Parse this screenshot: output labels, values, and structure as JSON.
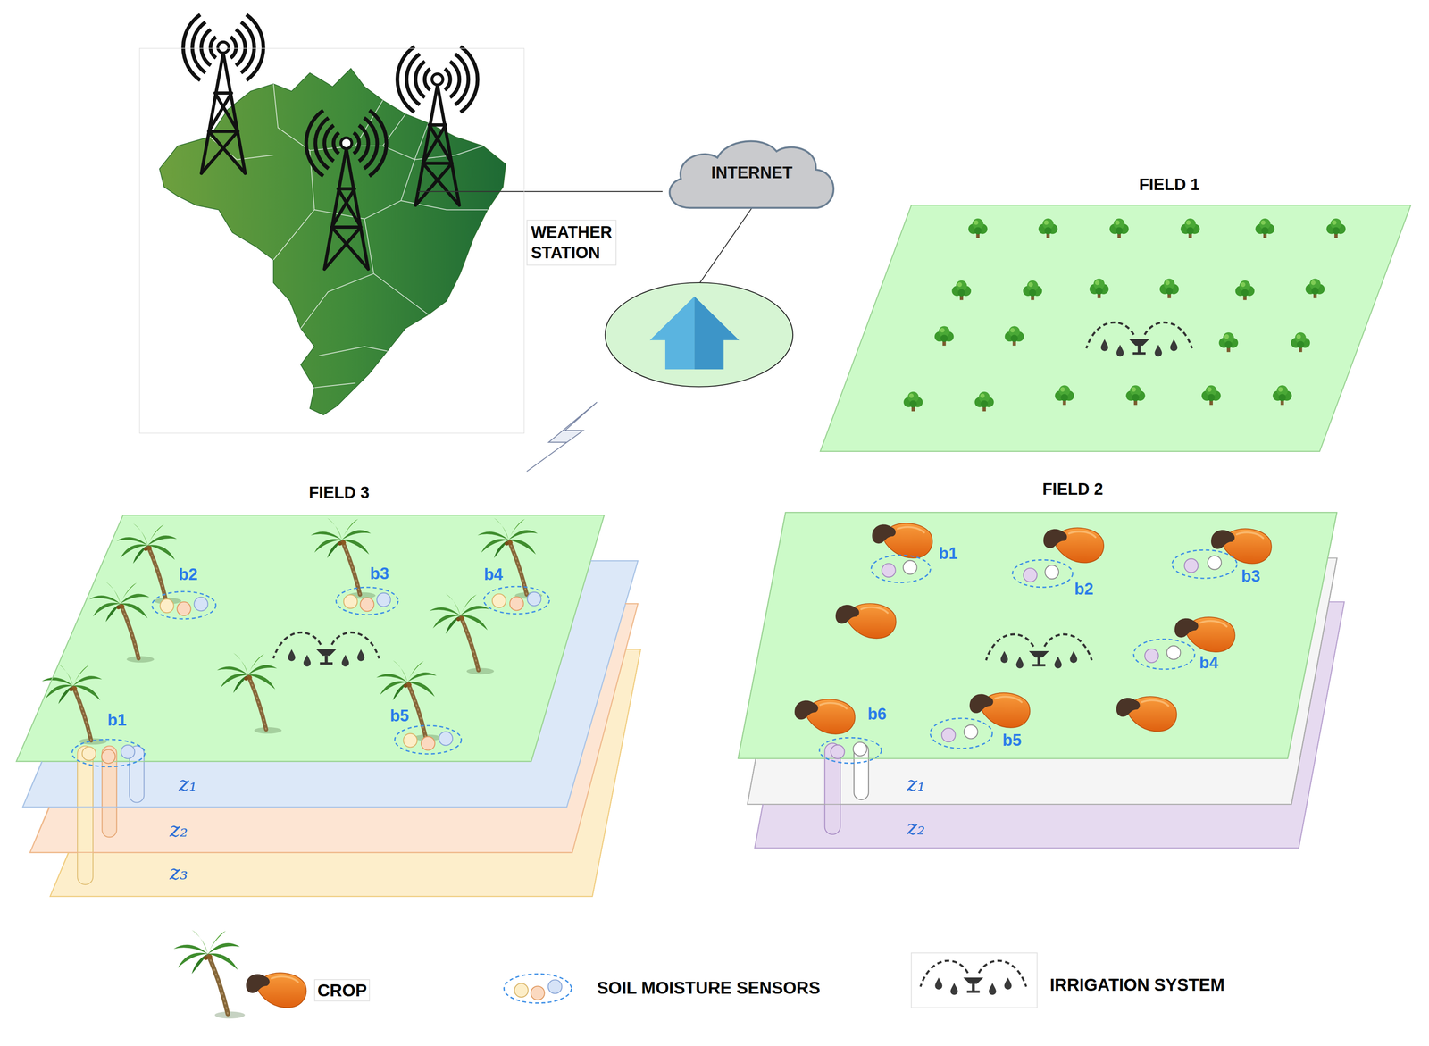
{
  "diagram": {
    "nodes": [
      {
        "text": [
          "WEATHER STATION"
        ]
      },
      {
        "text": [
          "INTERNET"
        ]
      },
      {
        "text": [
          "FIELD 1"
        ]
      },
      {
        "text": [
          "FIELD 3"
        ]
      },
      {
        "text": [
          "b2"
        ],
        "in": 3
      },
      {
        "text": [
          "b3"
        ],
        "in": 3
      },
      {
        "text": [
          "b4"
        ],
        "in": 3
      },
      {
        "text": [
          "b1"
        ],
        "in": 3
      },
      {
        "text": [
          "b5"
        ],
        "in": 3
      },
      {
        "text": [
          "z₁"
        ]
      },
      {
        "text": [
          "z₂"
        ]
      },
      {
        "text": [
          "z₃"
        ]
      },
      {
        "text": [
          "FIELD 2"
        ]
      },
      {
        "text": [
          "b1"
        ],
        "in": 12
      },
      {
        "text": [
          "b2"
        ],
        "in": 12
      },
      {
        "text": [
          "b3"
        ],
        "in": 12
      },
      {
        "text": [
          "b4"
        ],
        "in": 12
      },
      {
        "text": [
          "b6"
        ],
        "in": 12
      },
      {
        "text": [
          "b5"
        ],
        "in": 12
      },
      {
        "text": [
          "z₁"
        ]
      },
      {
        "text": [
          "z₂"
        ]
      }
    ],
    "edges": [
      {
        "from": 0,
        "to": 1,
        "arrow": "none"
      }
    ],
    "legend": [
      {
        "text": "CROP"
      },
      {
        "text": "SOIL MOISTURE SENSORS"
      },
      {
        "text": "IRRIGATION SYSTEM"
      }
    ]
  }
}
